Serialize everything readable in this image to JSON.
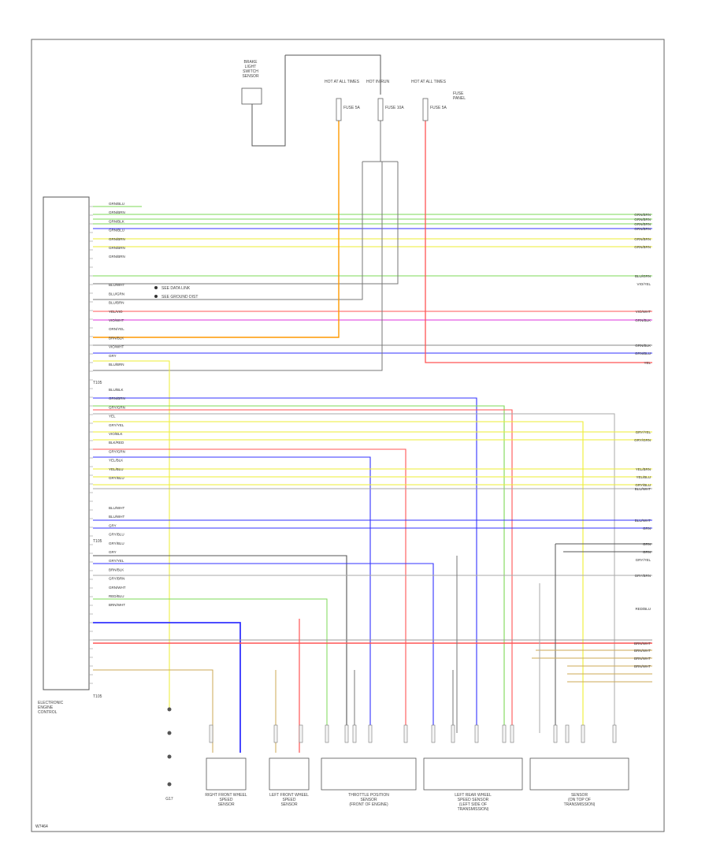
{
  "footer_code": "W7464",
  "ecm_label": [
    "ELECTRONIC",
    "ENGINE",
    "CONTROL"
  ],
  "ecm_bottom_label": "T105",
  "connector_a_label": "T105",
  "connector_b_label": "T105",
  "top_component_label": [
    "BRAKE",
    "LIGHT",
    "SWITCH",
    "SENSOR"
  ],
  "fuse_labels": [
    "HOT AT ALL TIMES",
    "HOT IN RUN",
    "HOT AT ALL TIMES"
  ],
  "fuse_sublabels": [
    "FUSE 5A",
    "FUSE 10A",
    "FUSE 5A"
  ],
  "fuse_extra": [
    "FUSE",
    "PANEL"
  ],
  "side_notes": [
    "SEE DATA LINK",
    "SEE GROUND DIST"
  ],
  "left_wire_labels": [
    "GRN/BLU",
    "GRN/BRN",
    "GRN/BLK",
    "GRN/BLU",
    "GRN/BRN",
    "GRN/BRN",
    "GRN/BRN",
    "BLU/WHT",
    "BLU/GRN",
    "BLU/BRN",
    "YEL/VIO",
    "VIO/WHT",
    "ORN/YEL",
    "BRN/BLK",
    "VIO/WHT",
    "GRY",
    "BLU/BRN",
    "BLU/BLK",
    "GRN/BRN",
    "GRY/GRN",
    "YEL",
    "GRY/YEL",
    "VIO/BLK",
    "BLK/RED",
    "GRY/GRN",
    "YEL/BLK",
    "YEL/BLU",
    "GRY/BLU",
    "BLU/WHT",
    "BLU/WHT",
    "GRY",
    "GRY/BLU",
    "GRY/BLU",
    "GRY",
    "GRY/YEL",
    "BRN/BLK",
    "GRY/BRN",
    "GRN/WHT",
    "RED/BLU",
    "BRN/WHT"
  ],
  "right_wire_labels": [
    "GRN/BRN",
    "GRN/BRN",
    "GRN/BRN",
    "GRN/BRN",
    "GRN/BRN",
    "GRN/BRN",
    "BLU/GRN",
    "VIO/YEL",
    "VIO/WHT",
    "GRN/BLK",
    "GRN/BLK",
    "GRN/BLU",
    "YEL",
    "GRY/YEL",
    "GRY/GRN",
    "YEL/BRN",
    "YEL/BLU",
    "GRY/BLU",
    "BLU/WHT",
    "BLU/WHT",
    "GRN",
    "GRN",
    "GRN",
    "GRY/YEL",
    "GRY/BRN",
    "RED/BLU",
    "BRN/WHT",
    "BRN/WHT",
    "BRN/WHT",
    "BRN/WHT"
  ],
  "bottom_labels": [
    [
      "G17"
    ],
    [
      "RIGHT FRONT WHEEL",
      "SPEED",
      "SENSOR"
    ],
    [
      "LEFT FRONT WHEEL",
      "SPEED",
      "SENSOR"
    ],
    [
      "THROTTLE POSITION",
      "SENSOR",
      "(FRONT OF ENGINE)"
    ],
    [
      "LEFT REAR WHEEL",
      "SPEED SENSOR",
      "(LEFT SIDE OF",
      "TRANSMISSION)"
    ],
    [
      "SENSOR",
      "(ON TOP OF",
      "TRANSMISSION)"
    ]
  ],
  "colors": {
    "green": "#7ed957",
    "blue": "#3333ff",
    "orange": "#ff9900",
    "red": "#ff5555",
    "violet": "#dd33dd",
    "yellow": "#eeee33",
    "gray": "#888888",
    "black": "#333333"
  }
}
